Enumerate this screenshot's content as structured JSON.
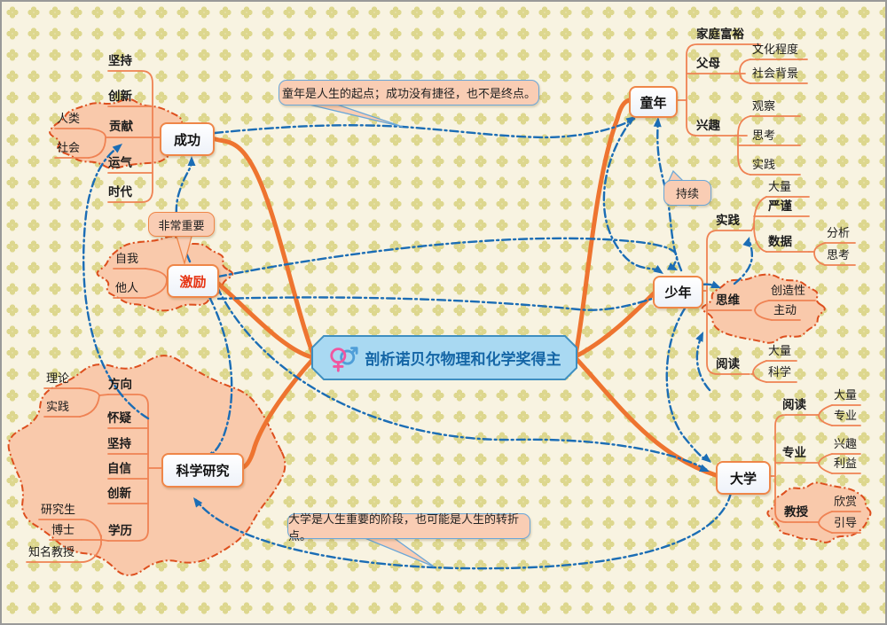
{
  "main_topic": {
    "title": "剖析诺贝尔物理和化学奖得主",
    "icon": "male-female-gender-icon"
  },
  "topics": {
    "success": {
      "label": "成功",
      "children": [
        {
          "label": "坚持"
        },
        {
          "label": "创新"
        },
        {
          "label": "贡献",
          "children": [
            {
              "label": "人类"
            },
            {
              "label": "社会"
            }
          ]
        },
        {
          "label": "运气"
        },
        {
          "label": "时代"
        }
      ]
    },
    "motivation": {
      "label": "激励",
      "callout": "非常重要",
      "children": [
        {
          "label": "自我"
        },
        {
          "label": "他人"
        }
      ]
    },
    "research": {
      "label": "科学研究",
      "children": [
        {
          "label": "方向",
          "children": [
            {
              "label": "理论"
            },
            {
              "label": "实践"
            }
          ]
        },
        {
          "label": "怀疑"
        },
        {
          "label": "坚持"
        },
        {
          "label": "自信"
        },
        {
          "label": "创新"
        },
        {
          "label": "学历",
          "children": [
            {
              "label": "研究生"
            },
            {
              "label": "博士"
            },
            {
              "label": "知名教授"
            }
          ]
        }
      ]
    },
    "childhood": {
      "label": "童年",
      "children": [
        {
          "label": "家庭富裕"
        },
        {
          "label": "父母",
          "children": [
            {
              "label": "文化程度"
            },
            {
              "label": "社会背景"
            }
          ]
        },
        {
          "label": "兴趣",
          "children": [
            {
              "label": "观察"
            },
            {
              "label": "思考"
            },
            {
              "label": "实践"
            }
          ]
        }
      ]
    },
    "teen": {
      "label": "少年",
      "children": [
        {
          "label": "实践",
          "children": [
            {
              "label": "大量"
            },
            {
              "label": "严谨"
            },
            {
              "label": "数据",
              "children": [
                {
                  "label": "分析"
                },
                {
                  "label": "思考"
                }
              ]
            }
          ]
        },
        {
          "label": "思维",
          "children": [
            {
              "label": "创造性"
            },
            {
              "label": "主动"
            }
          ]
        },
        {
          "label": "阅读",
          "children": [
            {
              "label": "大量"
            },
            {
              "label": "科学"
            }
          ]
        }
      ]
    },
    "university": {
      "label": "大学",
      "children": [
        {
          "label": "阅读",
          "children": [
            {
              "label": "大量"
            },
            {
              "label": "专业"
            }
          ]
        },
        {
          "label": "专业",
          "children": [
            {
              "label": "兴趣"
            },
            {
              "label": "利益"
            }
          ]
        },
        {
          "label": "教授",
          "children": [
            {
              "label": "欣赏"
            },
            {
              "label": "引导"
            }
          ]
        }
      ]
    }
  },
  "callouts": {
    "childhood_note": "童年是人生的起点；成功没有捷径，也不是终点。",
    "university_note": "大学是人生重要的阶段，也可能是人生的转折点。",
    "persist": "持续",
    "very_important": "非常重要"
  },
  "colors": {
    "background": "#f8f3e1",
    "pattern_clover": "#ddd78e",
    "branch_orange": "#ee7430",
    "relation_blue": "#1b6db5",
    "cloud_fill": "#f9c9ab",
    "cloud_border": "#dd4f1e",
    "central_fill": "#a9d9f2",
    "central_border": "#3f8fc0",
    "central_text": "#1566a6",
    "motivation_text": "#e63312",
    "female_pink": "#f0559f",
    "male_blue": "#4f9ed8"
  }
}
